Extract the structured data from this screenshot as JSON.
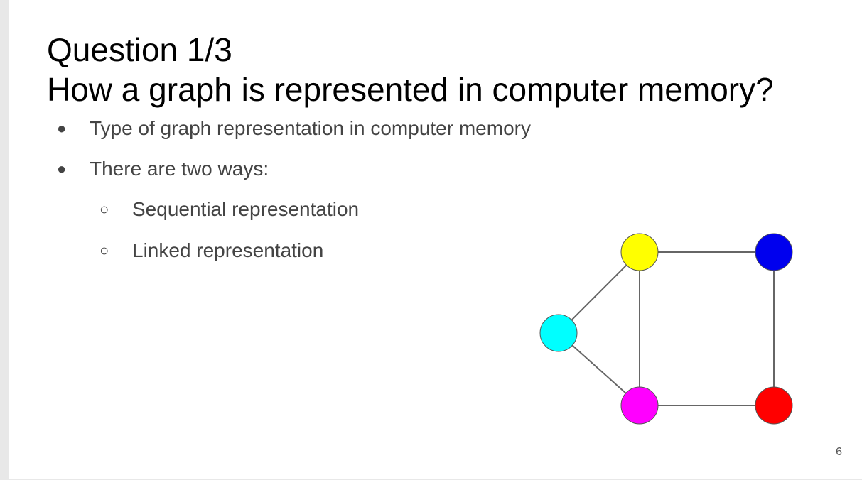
{
  "slide": {
    "title_line1": "Question 1/3",
    "title_line2": "How a graph is represented in computer memory?",
    "bullets": [
      {
        "text": "Type of graph representation in computer memory",
        "marker": "●"
      },
      {
        "text": "There are two ways:",
        "marker": "●"
      }
    ],
    "sub_bullets": [
      {
        "text": "Sequential representation",
        "marker": "○"
      },
      {
        "text": "Linked representation",
        "marker": "○"
      }
    ],
    "page_number": "6"
  },
  "graph": {
    "edge_color": "#666666",
    "node_stroke": "#555555",
    "nodes": [
      {
        "id": "yellow",
        "color": "#ffff00"
      },
      {
        "id": "blue",
        "color": "#0000ee"
      },
      {
        "id": "cyan",
        "color": "#00ffff"
      },
      {
        "id": "magenta",
        "color": "#ff00ff"
      },
      {
        "id": "red",
        "color": "#ff0000"
      }
    ],
    "edges": [
      [
        "yellow",
        "blue"
      ],
      [
        "yellow",
        "cyan"
      ],
      [
        "yellow",
        "magenta"
      ],
      [
        "cyan",
        "magenta"
      ],
      [
        "magenta",
        "red"
      ],
      [
        "blue",
        "red"
      ]
    ]
  }
}
